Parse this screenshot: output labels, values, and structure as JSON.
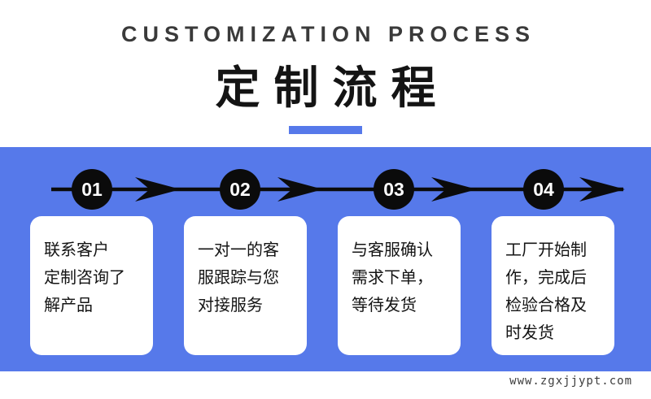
{
  "header": {
    "subtitle": "CUSTOMIZATION PROCESS",
    "title": "定制流程"
  },
  "steps": [
    {
      "number": "01",
      "text": "联系客户\n定制咨询了\n解产品"
    },
    {
      "number": "02",
      "text": "一对一的客\n服跟踪与您\n对接服务"
    },
    {
      "number": "03",
      "text": "与客服确认\n需求下单，\n等待发货"
    },
    {
      "number": "04",
      "text": "工厂开始制\n作，完成后\n检验合格及\n时发货"
    }
  ],
  "footer": {
    "watermark": "www.zgxjjypt.com"
  },
  "colors": {
    "accent_blue": "#5679ea",
    "circle_black": "#0b0b0b",
    "card_white": "#ffffff",
    "subtitle_gray": "#3a3a3a",
    "title_black": "#141414"
  }
}
